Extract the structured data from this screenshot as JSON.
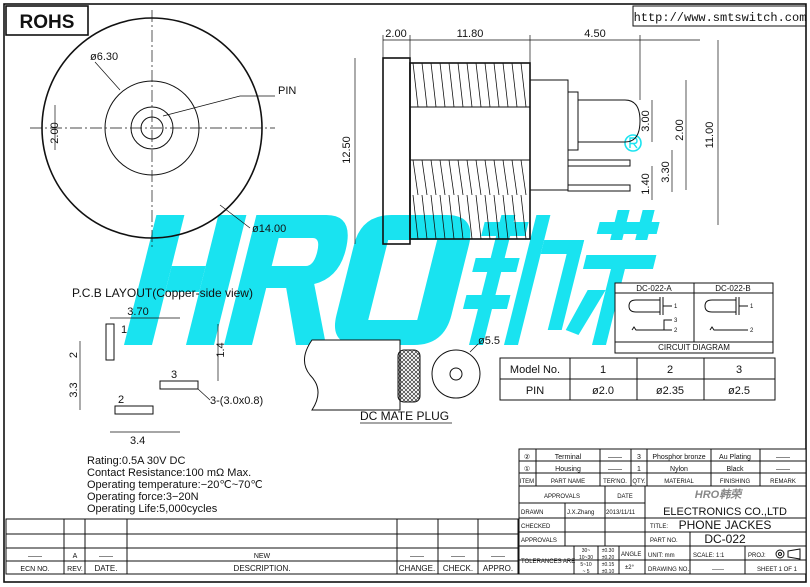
{
  "header": {
    "rohs": "ROHS",
    "url": "http://www.smtswitch.com"
  },
  "front_view": {
    "d_inner": "ø6.30",
    "pin": "PIN",
    "height": "2.00",
    "d_outer": "ø14.00"
  },
  "side_view": {
    "dim_flange": "2.00",
    "dim_body": "11.80",
    "dim_pin": "4.50",
    "dim_height": "12.50",
    "dim_pin_d": "3.00",
    "dim_2": "2.00",
    "dim_3": "3.30",
    "dim_4": "1.40",
    "dim_total": "11.00"
  },
  "watermark": {
    "text": "HRO韩荣",
    "mark": "®",
    "color": "#19e3f0"
  },
  "pcb": {
    "title": "P.C.B LAYOUT(Copper-side view)",
    "dim_370": "3.70",
    "dim_14": "1.4",
    "dim_2": "2",
    "dim_33": "3.3",
    "dim_34": "3.4",
    "pad1": "1",
    "pad2": "2",
    "pad3": "3",
    "pad_size": "3-(3.0x0.8)"
  },
  "plug": {
    "label": "DC MATE PLUG",
    "diameter": "ø5.5"
  },
  "circuit": {
    "col_a": "DC-022-A",
    "col_b": "DC-022-B",
    "caption": "CIRCUIT DIAGRAM",
    "pins": [
      "1",
      "2",
      "3"
    ]
  },
  "model_table": {
    "header": [
      "Model No.",
      "1",
      "2",
      "3"
    ],
    "row": [
      "PIN",
      "ø2.0",
      "ø2.35",
      "ø2.5"
    ]
  },
  "specs": [
    "Rating:0.5A 30V DC",
    "Contact Resistance:100 mΩ Max.",
    "Operating temperature:−20℃~70℃",
    "Operating force:3−20N",
    "Operating Life:5,000cycles"
  ],
  "bom": {
    "rows": [
      {
        "item": "②",
        "name": "Terminal",
        "ter": "——",
        "qty": "3",
        "material": "Phosphor bronze",
        "finishing": "Au Plating",
        "remark": "——"
      },
      {
        "item": "①",
        "name": "Housing",
        "ter": "——",
        "qty": "1",
        "material": "Nylon",
        "finishing": "Black",
        "remark": "——"
      }
    ],
    "headers": {
      "item": "ITEM",
      "name": "PART NAME",
      "ter": "TER'NO.",
      "qty": "QTY.",
      "material": "MATERIAL",
      "finishing": "FINISHING",
      "remark": "REMARK"
    }
  },
  "title_block": {
    "approvals": "APPROVALS",
    "date": "DATE",
    "company": "ELECTRONICS CO.,LTD",
    "logo": "HRO韩荣",
    "drawn_label": "DRAWN",
    "drawn_by": "J.X.Zhang",
    "drawn_date": "2013/11/11",
    "checked_label": "CHECKED",
    "approvals_label": "APPROVALS",
    "title_label": "TITLE:",
    "title": "PHONE JACKES",
    "part_label": "PART NO.",
    "part_no": "DC-022",
    "tol_label": "TOLERANCES ARE",
    "tol": [
      [
        "30~",
        "±0.30"
      ],
      [
        "10~30",
        "±0.20"
      ],
      [
        "5~10",
        "±0.15"
      ],
      [
        "~ 5",
        "±0.10"
      ]
    ],
    "angle_label": "ANGLE",
    "angle": "±2°",
    "unit": "UNIT: mm",
    "scale": "SCALE:  1:1",
    "proj": "PROJ:",
    "drawing_label": "DRAWING NO.",
    "drawing_no": "——",
    "sheet": "SHEET  1 OF 1"
  },
  "revision": {
    "row": {
      "ecn": "——",
      "rev": "A",
      "date": "——",
      "desc": "NEW",
      "change": "——",
      "check": "——",
      "appro": "——"
    },
    "headers": {
      "ecn": "ECN NO.",
      "rev": "REV.",
      "date": "DATE.",
      "desc": "DESCRIPTION.",
      "change": "CHANGE.",
      "check": "CHECK.",
      "appro": "APPRO."
    }
  }
}
